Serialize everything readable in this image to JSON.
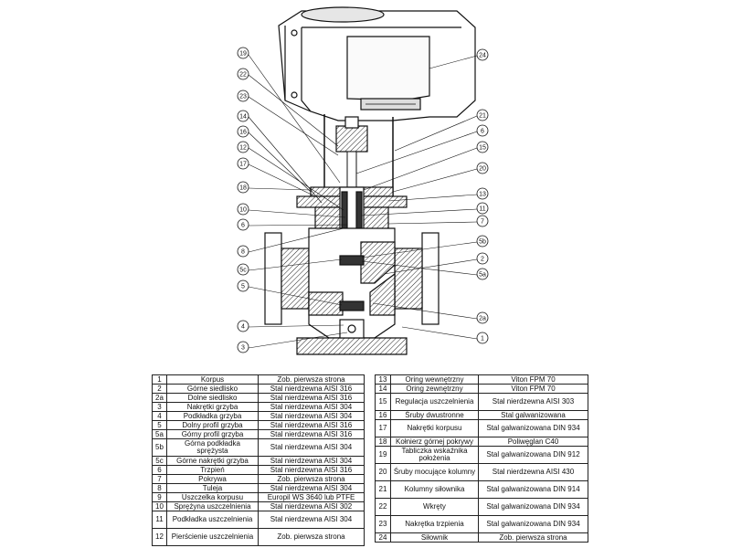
{
  "callouts": {
    "left": [
      "19",
      "22",
      "23",
      "14",
      "16",
      "12",
      "17",
      "18",
      "10",
      "6",
      "8",
      "5c",
      "5",
      "4",
      "3"
    ],
    "right": [
      "24",
      "21",
      "6",
      "15",
      "20",
      "13",
      "11",
      "7",
      "5b",
      "2",
      "5a",
      "2a",
      "1"
    ]
  },
  "parts_left": [
    {
      "no": "1",
      "name": "Korpus",
      "material": "Zob. pierwsza strona"
    },
    {
      "no": "2",
      "name": "Górne siedlisko",
      "material": "Stal nierdzewna AISI 316"
    },
    {
      "no": "2a",
      "name": "Dolne siedlisko",
      "material": "Stal nierdzewna AISI 316"
    },
    {
      "no": "3",
      "name": "Nakrętki grzyba",
      "material": "Stal nierdzewna AISI 304"
    },
    {
      "no": "4",
      "name": "Podkładka grzyba",
      "material": "Stal nierdzewna AISI 304"
    },
    {
      "no": "5",
      "name": "Dolny profil grzyba",
      "material": "Stal nierdzewna AISI 316"
    },
    {
      "no": "5a",
      "name": "Górny profil grzyba",
      "material": "Stal nierdzewna AISI 316"
    },
    {
      "no": "5b",
      "name": "Górna podkładka sprężysta",
      "material": "Stal nierdzewna AISI 304"
    },
    {
      "no": "5c",
      "name": "Górne nakrętki grzyba",
      "material": "Stal nierdzewna AISI 304"
    },
    {
      "no": "6",
      "name": "Trzpień",
      "material": "Stal nierdzewna AISI 316"
    },
    {
      "no": "7",
      "name": "Pokrywa",
      "material": "Zob. pierwsza strona"
    },
    {
      "no": "8",
      "name": "Tuleja",
      "material": "Stal nierdzewna AISI 304"
    },
    {
      "no": "9",
      "name": "Uszczelka korpusu",
      "material": "Europil WS 3640 lub PTFE"
    },
    {
      "no": "10",
      "name": "Sprężyna uszczelnienia",
      "material": "Stal nierdzewna AISI 302"
    },
    {
      "no": "11",
      "name": "Podkładka uszczelnienia",
      "material": "Stal nierdzewna AISI 304"
    },
    {
      "no": "12",
      "name": "Pierścienie uszczelnienia",
      "material": "Zob. pierwsza strona"
    }
  ],
  "parts_right": [
    {
      "no": "13",
      "name": "Oring wewnętrzny",
      "material": "Viton FPM 70"
    },
    {
      "no": "14",
      "name": "Oring zewnętrzny",
      "material": "Viton FPM 70"
    },
    {
      "no": "15",
      "name": "Regulacja uszczelnienia",
      "material": "Stal nierdzewna AISI 303"
    },
    {
      "no": "16",
      "name": "Śruby dwustronne",
      "material": "Stal galwanizowana"
    },
    {
      "no": "17",
      "name": "Nakrętki korpusu",
      "material": "Stal galwanizowana DIN 934"
    },
    {
      "no": "18",
      "name": "Kołnierz górnej pokrywy",
      "material": "Poliwęglan C40"
    },
    {
      "no": "19",
      "name": "Tabliczka wskaźnika położenia",
      "material": "Stal galwanizowana DIN 912"
    },
    {
      "no": "20",
      "name": "Śruby mocujące kolumny",
      "material": "Stal nierdzewna AISI 430"
    },
    {
      "no": "21",
      "name": "Kolumny siłownika",
      "material": "Stal galwanizowana DIN 914"
    },
    {
      "no": "22",
      "name": "Wkręty",
      "material": "Stal galwanizowana DIN 934"
    },
    {
      "no": "23",
      "name": "Nakrętka trzpienia",
      "material": "Stal galwanizowana DIN 934"
    },
    {
      "no": "24",
      "name": "Siłownik",
      "material": "Zob. pierwsza strona"
    }
  ]
}
